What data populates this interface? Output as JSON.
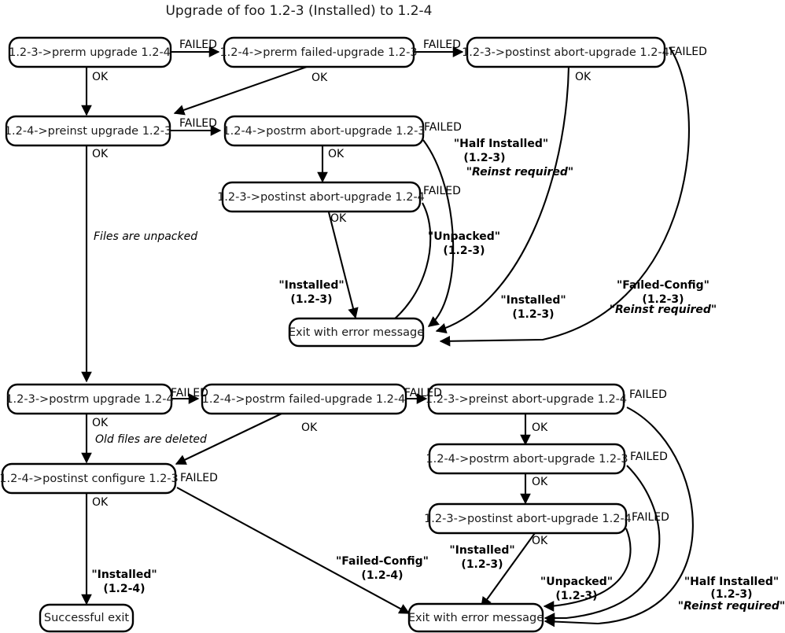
{
  "title": "Upgrade of foo 1.2-3 (Installed) to 1.2-4",
  "nodes": {
    "prerm_upgrade": "1.2-3->prerm upgrade 1.2-4",
    "prerm_failed_upgrade": "1.2-4->prerm failed-upgrade 1.2-3",
    "postinst_abort_upgrade_top": "1.2-3->postinst abort-upgrade 1.2-4",
    "preinst_upgrade": "1.2-4->preinst upgrade 1.2-3",
    "postrm_abort_upgrade_mid": "1.2-4->postrm abort-upgrade 1.2-3",
    "postinst_abort_upgrade_mid": "1.2-3->postinst abort-upgrade 1.2-4",
    "exit_error_top": "Exit with error message",
    "postrm_upgrade": "1.2-3->postrm upgrade 1.2-4",
    "postrm_failed_upgrade": "1.2-4->postrm failed-upgrade 1.2-4",
    "preinst_abort_upgrade": "1.2-3->preinst abort-upgrade 1.2-4",
    "postinst_configure": "1.2-4->postinst configure 1.2-3",
    "postrm_abort_upgrade_bot": "1.2-4->postrm abort-upgrade 1.2-3",
    "postinst_abort_upgrade_bot": "1.2-3->postinst abort-upgrade 1.2-4",
    "successful_exit": "Successful exit",
    "exit_error_bottom": "Exit with error message"
  },
  "edge_labels": {
    "failed_1": "FAILED",
    "failed_2": "FAILED",
    "failed_3": "FAILED",
    "failed_4": "FAILED",
    "failed_5": "FAILED",
    "failed_6": "FAILED",
    "failed_7": "FAILED",
    "failed_8": "FAILED",
    "failed_9": "FAILED",
    "failed_10": "FAILED",
    "failed_11": "FAILED",
    "failed_12": "FAILED",
    "ok_1": "OK",
    "ok_2": "OK",
    "ok_3": "OK",
    "ok_4": "OK",
    "ok_5": "OK",
    "ok_6": "OK",
    "ok_7": "OK",
    "ok_8": "OK",
    "ok_9": "OK",
    "ok_10": "OK",
    "ok_11": "OK",
    "ok_12": "OK"
  },
  "notes": {
    "files_unpacked": "Files are unpacked",
    "old_files_deleted": "Old files are deleted"
  },
  "states": {
    "half_installed_top": {
      "line1": "\"Half Installed\"",
      "line2": "(1.2-3)",
      "line3": "\"Reinst required\""
    },
    "unpacked_top": {
      "line1": "\"Unpacked\"",
      "line2": "(1.2-3)"
    },
    "installed_mid_left": {
      "line1": "\"Installed\"",
      "line2": "(1.2-3)"
    },
    "installed_mid_right": {
      "line1": "\"Installed\"",
      "line2": "(1.2-3)"
    },
    "failed_config_top": {
      "line1": "\"Failed-Config\"",
      "line2": "(1.2-3)",
      "line3": "\"Reinst required\""
    },
    "failed_config_bottom": {
      "line1": "\"Failed-Config\"",
      "line2": "(1.2-4)"
    },
    "installed_bottom": {
      "line1": "\"Installed\"",
      "line2": "(1.2-3)"
    },
    "unpacked_bottom": {
      "line1": "\"Unpacked\"",
      "line2": "(1.2-3)"
    },
    "half_installed_bottom": {
      "line1": "\"Half Installed\"",
      "line2": "(1.2-3)",
      "line3": "\"Reinst required\""
    },
    "installed_success": {
      "line1": "\"Installed\"",
      "line2": "(1.2-4)"
    }
  },
  "colors": {
    "stroke": "#000000",
    "fill": "#ffffff",
    "text": "#1a1a1a"
  }
}
